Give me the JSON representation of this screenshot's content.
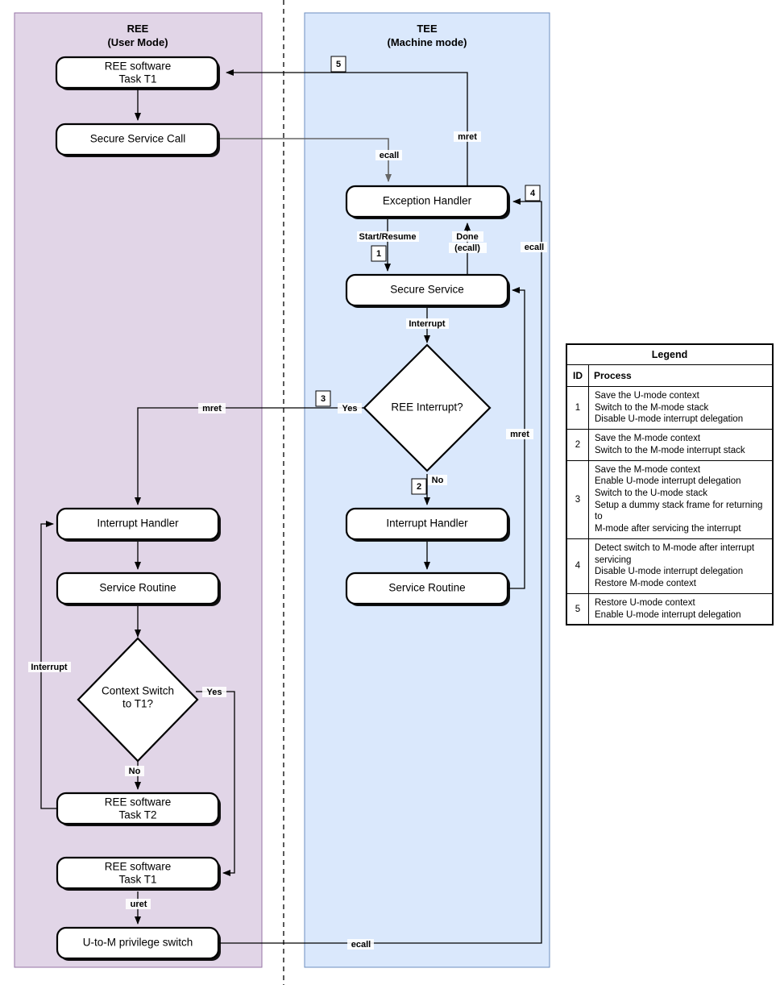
{
  "regions": {
    "ree": {
      "title": "REE",
      "subtitle": "(User Mode)",
      "color": "#e1d5e7"
    },
    "tee": {
      "title": "TEE",
      "subtitle": "(Machine mode)",
      "color": "#dae8fc"
    }
  },
  "nodes": {
    "ree_task_t1_top_l1": "REE software",
    "ree_task_t1_top_l2": "Task T1",
    "secure_service_call": "Secure Service Call",
    "exception_handler": "Exception Handler",
    "secure_service": "Secure Service",
    "ree_interrupt_q": "REE Interrupt?",
    "tee_interrupt_handler": "Interrupt Handler",
    "tee_service_routine": "Service Routine",
    "ree_interrupt_handler": "Interrupt Handler",
    "ree_service_routine": "Service Routine",
    "context_switch_l1": "Context Switch",
    "context_switch_l2": "to T1?",
    "ree_task_t2_l1": "REE software",
    "ree_task_t2_l2": "Task T2",
    "ree_task_t1_bot_l1": "REE software",
    "ree_task_t1_bot_l2": "Task T1",
    "u_to_m_switch": "U-to-M privilege switch"
  },
  "edge_labels": {
    "ecall_top": "ecall",
    "mret_top": "mret",
    "start_resume": "Start/Resume",
    "done": "Done",
    "done_ecall": "(ecall)",
    "interrupt_tee": "Interrupt",
    "yes_tee": "Yes",
    "no_tee": "No",
    "mret_left": "mret",
    "mret_right": "mret",
    "ecall_right": "ecall",
    "interrupt_ree": "Interrupt",
    "yes_ree": "Yes",
    "no_ree": "No",
    "uret": "uret",
    "ecall_bottom": "ecall"
  },
  "step_markers": {
    "s1": "1",
    "s2": "2",
    "s3": "3",
    "s4": "4",
    "s5": "5"
  },
  "legend": {
    "title": "Legend",
    "headers": {
      "id": "ID",
      "process": "Process"
    },
    "rows": [
      {
        "id": "1",
        "lines": [
          "Save the U-mode context",
          "Switch to the M-mode stack",
          "Disable U-mode interrupt delegation"
        ]
      },
      {
        "id": "2",
        "lines": [
          "Save the M-mode context",
          "Switch to the M-mode interrupt stack"
        ]
      },
      {
        "id": "3",
        "lines": [
          "Save the M-mode context",
          "Enable U-mode interrupt delegation",
          "Switch to the U-mode stack",
          "Setup a dummy stack frame for returning to",
          "M-mode after servicing the interrupt"
        ]
      },
      {
        "id": "4",
        "lines": [
          "Detect switch to M-mode after interrupt",
          "servicing",
          "Disable U-mode interrupt delegation",
          "Restore M-mode context"
        ]
      },
      {
        "id": "5",
        "lines": [
          "Restore U-mode context",
          "Enable U-mode interrupt delegation"
        ]
      }
    ]
  }
}
